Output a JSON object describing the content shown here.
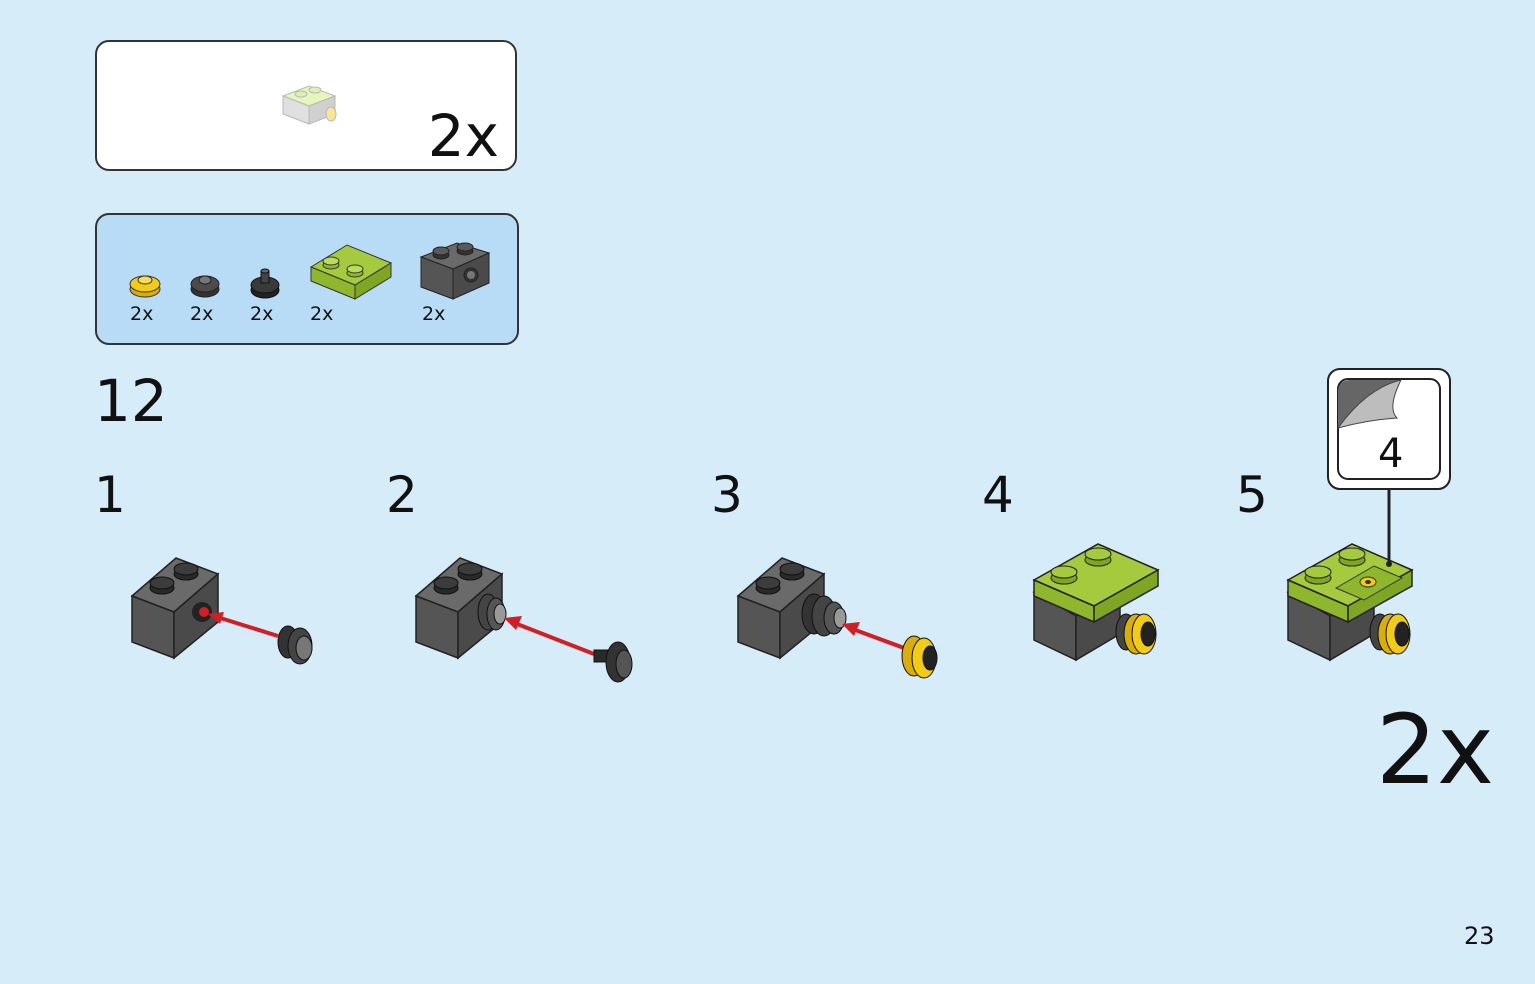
{
  "callout": {
    "count": "2x"
  },
  "parts_list": {
    "items": [
      {
        "name": "yellow-round-plate-icon",
        "count": "2x",
        "color": "#f2cb17"
      },
      {
        "name": "dark-gray-round-plate-icon",
        "count": "2x",
        "color": "#4b4b4b"
      },
      {
        "name": "black-round-plate-pin-icon",
        "count": "2x",
        "color": "#2a2a2a"
      },
      {
        "name": "lime-plate-2x2-icon",
        "count": "2x",
        "color": "#a5ca3e"
      },
      {
        "name": "dark-gray-brick-with-stud-icon",
        "count": "2x",
        "color": "#5c5c5c"
      }
    ]
  },
  "step": {
    "number": "12"
  },
  "substeps": [
    "1",
    "2",
    "3",
    "4",
    "5"
  ],
  "sticker": {
    "number": "4"
  },
  "multiplier": "2x",
  "page_number": "23",
  "colors": {
    "background": "#d6ecf9",
    "arrow": "#d11f25",
    "lime": "#a5ca3e",
    "yellow": "#f2cb17",
    "dark_gray": "#5c5c5c"
  }
}
